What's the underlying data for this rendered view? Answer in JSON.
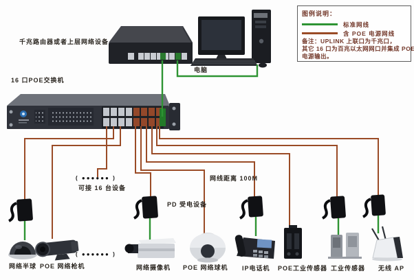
{
  "colors": {
    "standard_cable": "#2e9433",
    "poe_cable": "#9a4b26"
  },
  "labels": {
    "router": "千兆路由器或者上层网络设备",
    "switch": "16 口POE交换机",
    "computer": "电脑",
    "dots_top": "( ●●●●●● )",
    "capacity": "可接 16 台设备",
    "cable_distance": "网线距离 100M",
    "pd_device": "PD 受电设备",
    "dots_bottom": "( ●●●●●● )"
  },
  "legend": {
    "title": "图例说明：",
    "items": [
      {
        "label": "标准网线",
        "color": "#2e9433"
      },
      {
        "label": "含 POE 电源网线",
        "color": "#9a4b26"
      }
    ],
    "notes": [
      "备注：UPLINK 上联口为千兆口，",
      "其它 16 口为百兆以太网网口并集成 POE",
      "电源输出。"
    ]
  },
  "devices": [
    {
      "label": "网络半球"
    },
    {
      "label": "POE 网络枪机"
    },
    {
      "label": "网络摄像机"
    },
    {
      "label": "POE 网络球机"
    },
    {
      "label": "IP电话机"
    },
    {
      "label": "POE工业传感器"
    },
    {
      "label": "工业传感器"
    },
    {
      "label": "无线 AP"
    }
  ]
}
